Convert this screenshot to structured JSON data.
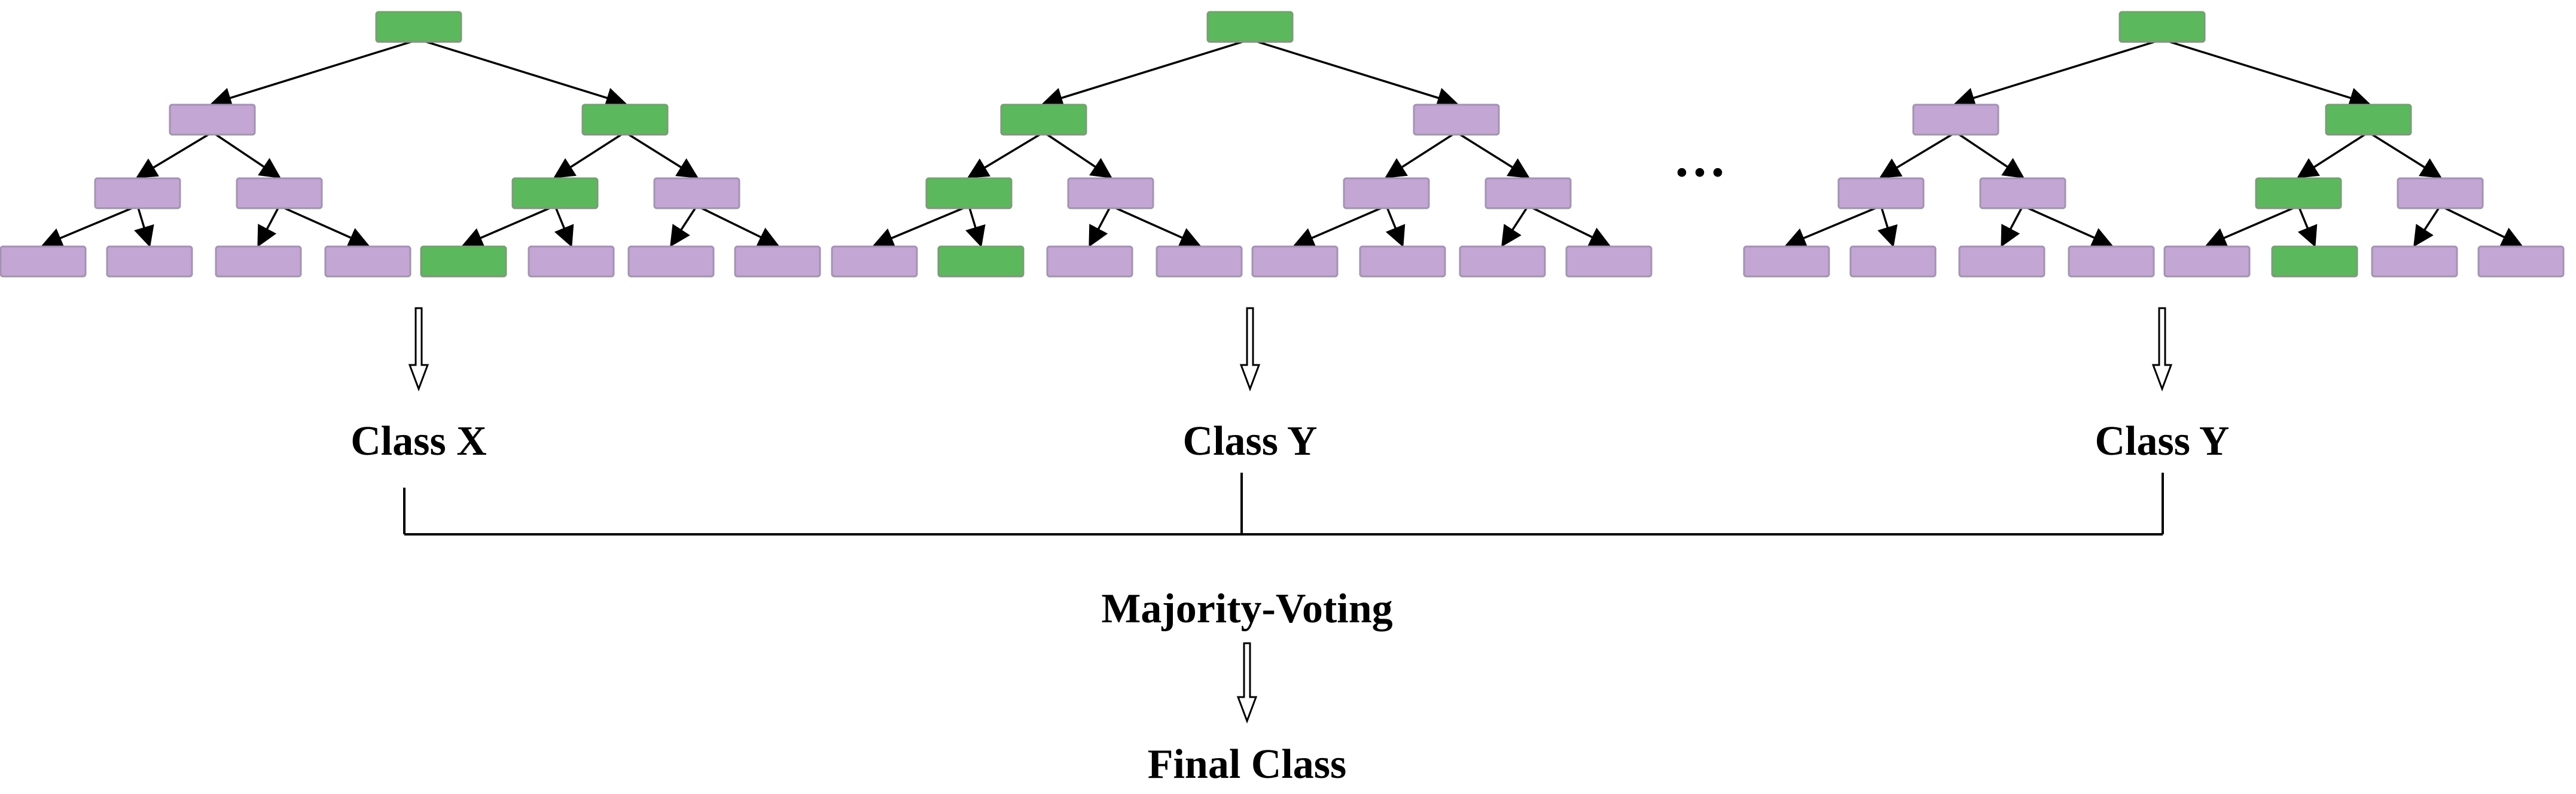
{
  "colors": {
    "path_node": "#5cb85c",
    "path_node_border": "#7a9c78",
    "other_node": "#c3a6d4",
    "other_node_border": "#a393b0",
    "line": "#000000"
  },
  "trees": [
    {
      "id": "tree-1",
      "highlight_path": [
        "root",
        "R",
        "RL",
        "RLL"
      ],
      "prediction": "Class X"
    },
    {
      "id": "tree-2",
      "highlight_path": [
        "root",
        "L",
        "LL",
        "LLR"
      ],
      "prediction": "Class Y"
    },
    {
      "id": "tree-n",
      "highlight_path": [
        "root",
        "R",
        "RL",
        "RLR"
      ],
      "prediction": "Class Y"
    }
  ],
  "ellipsis": "···",
  "aggregation": "Majority-Voting",
  "final_output": "Final Class"
}
